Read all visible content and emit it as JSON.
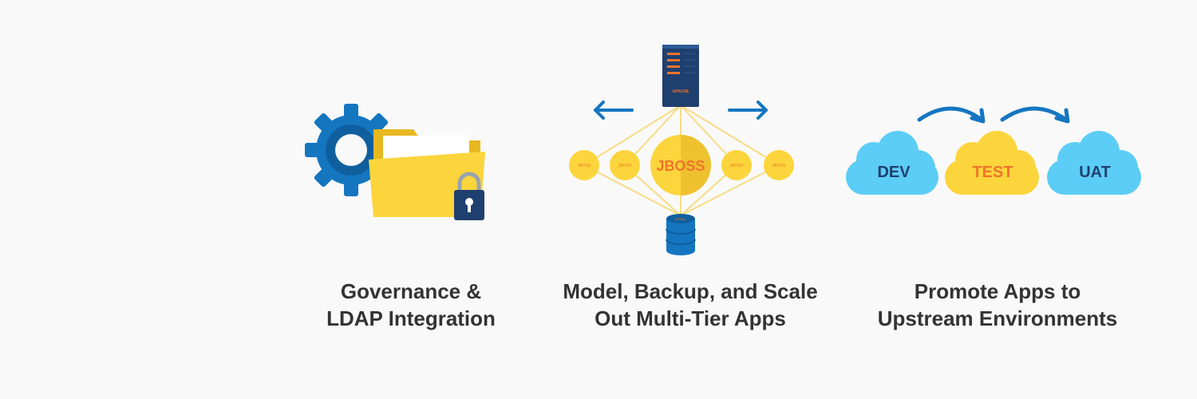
{
  "features": [
    {
      "caption_line1": "Governance &",
      "caption_line2": "LDAP Integration",
      "icons": [
        "gear-icon",
        "folder-icon",
        "padlock-icon"
      ]
    },
    {
      "caption_line1": "Model, Backup, and Scale",
      "caption_line2": "Out Multi-Tier Apps",
      "server_label": "APACHE",
      "center_node_label": "JBOSS",
      "small_node_label": "JBOSS",
      "database_label": "MYSQL",
      "icons": [
        "server-icon",
        "database-icon",
        "arrow-left-icon",
        "arrow-right-icon"
      ]
    },
    {
      "caption_line1": "Promote Apps to",
      "caption_line2": "Upstream Environments",
      "clouds": [
        {
          "label": "DEV",
          "color": "#5ccdf6"
        },
        {
          "label": "TEST",
          "color": "#fcd53c"
        },
        {
          "label": "UAT",
          "color": "#5ccdf6"
        }
      ],
      "icons": [
        "cloud-icon",
        "curved-arrow-icon"
      ]
    }
  ],
  "colors": {
    "blue": "#1576c0",
    "navy": "#1f3f6e",
    "yellow": "#fcd53c",
    "orange": "#f0742b",
    "text": "#333333"
  }
}
